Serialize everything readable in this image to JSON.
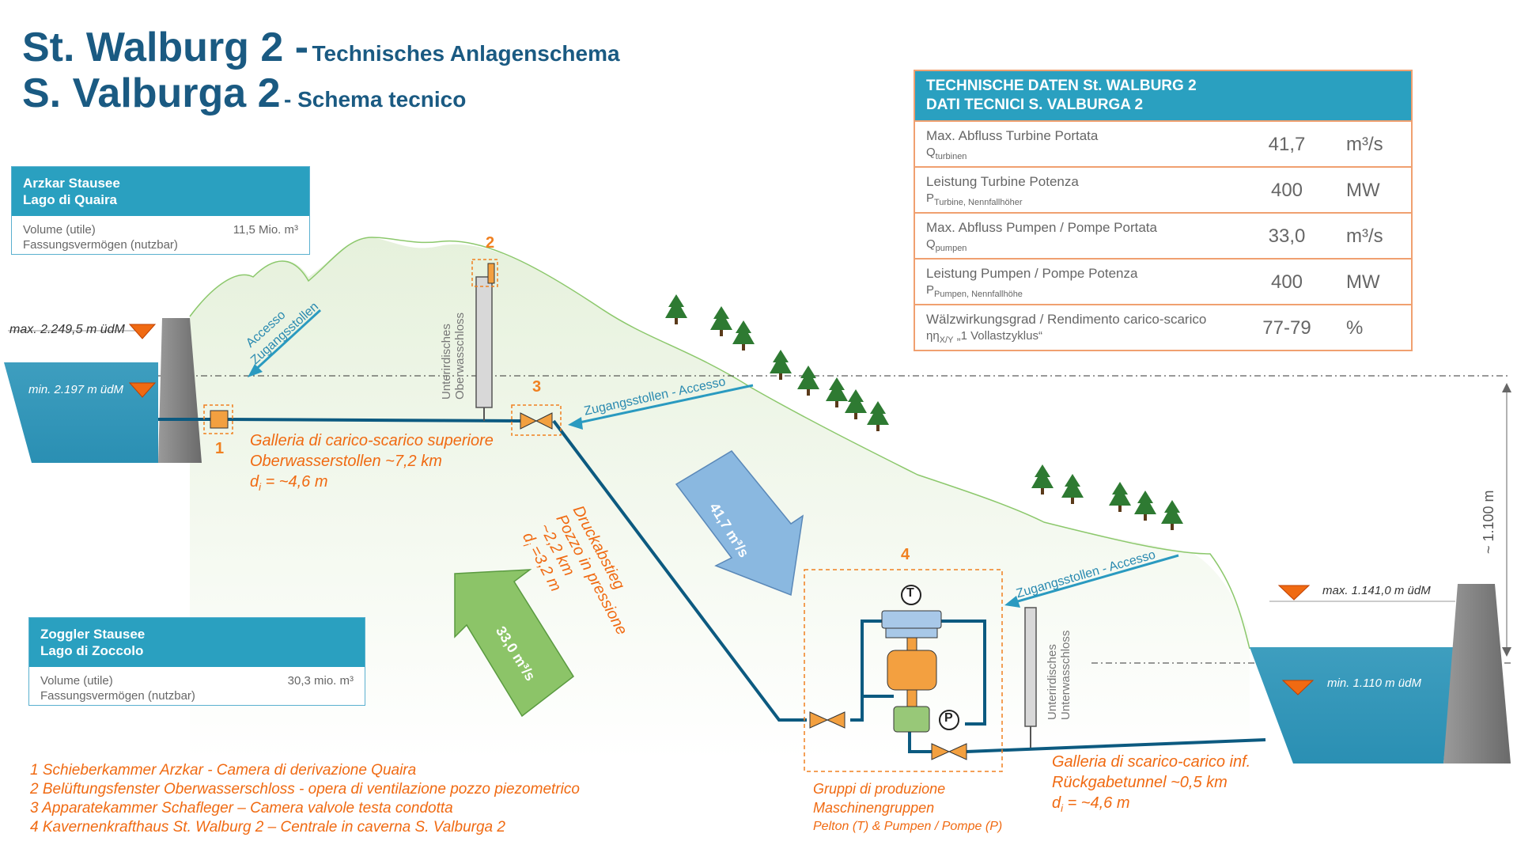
{
  "title": {
    "line1_main": "St. Walburg 2 -",
    "line1_sub": "Technisches Anlagenschema",
    "line2_main": "S. Valburga 2",
    "line2_sub": "- Schema tecnico"
  },
  "upper_reservoir": {
    "name_de": "Arzkar Stausee",
    "name_it": "Lago di Quaira",
    "volume_label_it": "Volume (utile)",
    "volume_label_de": "Fassungsvermögen (nutzbar)",
    "volume_value": "11,5 Mio. m³",
    "max_level": "max. 2.249,5 m üdM",
    "min_level": "min. 2.197 m üdM"
  },
  "lower_reservoir": {
    "name_de": "Zoggler  Stausee",
    "name_it": "Lago di Zoccolo",
    "volume_label_it": "Volume (utile)",
    "volume_label_de": "Fassungsvermögen (nutzbar)",
    "volume_value": "30,3 mio. m³",
    "max_level": "max. 1.141,0 m üdM",
    "min_level": "min. 1.110  m üdM"
  },
  "tech_data": {
    "header_de": "TECHNISCHE DATEN St. WALBURG 2",
    "header_it": "DATI TECNICI S. VALBURGA 2",
    "rows": [
      {
        "label": "Max. Abfluss Turbine Portata",
        "sym": "Q",
        "sub": "turbinen",
        "value": "41,7",
        "unit": "m³/s"
      },
      {
        "label": "Leistung Turbine Potenza",
        "sym": "P",
        "sub": "Turbine, Nennfallhöher",
        "value": "400",
        "unit": "MW"
      },
      {
        "label": "Max. Abfluss Pumpen / Pompe Portata",
        "sym": "Q",
        "sub": "pumpen",
        "value": "33,0",
        "unit": "m³/s"
      },
      {
        "label": "Leistung Pumpen / Pompe Potenza",
        "sym": "P",
        "sub": "Pumpen, Nennfallhöhe",
        "value": "400",
        "unit": "MW"
      },
      {
        "label": "Wälzwirkungsgrad / Rendimento carico-scarico",
        "sym": "ηη",
        "sub": "X/Y",
        "sym_after": "„1 Vollastzyklus“",
        "value": "77-79",
        "unit": "%"
      }
    ]
  },
  "access_tunnels": {
    "upper_left_it": "Accesso",
    "upper_left_de": "Zugangsstollen",
    "upper_right": "Zugangsstollen - Accesso",
    "lower": "Zugangsstollen - Accesso"
  },
  "surge_tanks": {
    "upper_de": "Unterirdisches",
    "upper_de2": "Oberwasschloss",
    "lower_de": "Unterirdisches",
    "lower_de2": "Unterwasschloss"
  },
  "headrace": {
    "it": "Galleria di carico-scarico superiore",
    "de": "Oberwasserstollen ~7,2 km",
    "diameter": "d",
    "diameter_sub": "i",
    "diameter_val": " = ~4,6 m"
  },
  "penstock": {
    "de": "Druckabstieg",
    "it": "Pozzo in pressione",
    "length": "~2,2 km",
    "diameter": "d",
    "diameter_sub": "i",
    "diameter_val": " =3,2 m"
  },
  "tailrace": {
    "it": "Galleria di scarico-carico inf.",
    "de": "Rückgabetunnel ~0,5 km",
    "diameter": "d",
    "diameter_sub": "i",
    "diameter_val": "  = ~4,6 m"
  },
  "flows": {
    "turbine": "41,7 m³/s",
    "pump": "33,0 m³/s"
  },
  "height": "~ 1.100 m",
  "machines": {
    "line1": "Gruppi di produzione",
    "line2": "Maschinengruppen",
    "line3": "Pelton (T) & Pumpen / Pompe (P)",
    "turbine_symbol": "T",
    "pump_symbol": "P"
  },
  "markers": {
    "m1": "1",
    "m2": "2",
    "m3": "3",
    "m4": "4"
  },
  "legend": [
    "1 Schieberkammer Arzkar - Camera di derivazione Quaira",
    "2 Belüftungsfenster Oberwasserschloss - opera di ventilazione pozzo piezometrico",
    "3 Apparatekammer Schafleger – Camera valvole testa condotta",
    "4 Kavernenkrafthaus St. Walburg 2 – Centrale in caverna S. Valburga 2"
  ],
  "colors": {
    "title": "#1a5a82",
    "header": "#2aa0c0",
    "water": "#4aa8c6",
    "pipe": "#0c5a80",
    "orange": "#f06a12",
    "turbine_arrow": "#8ab8e0",
    "pump_arrow": "#8cc468",
    "hill": "#e8f2e0"
  }
}
